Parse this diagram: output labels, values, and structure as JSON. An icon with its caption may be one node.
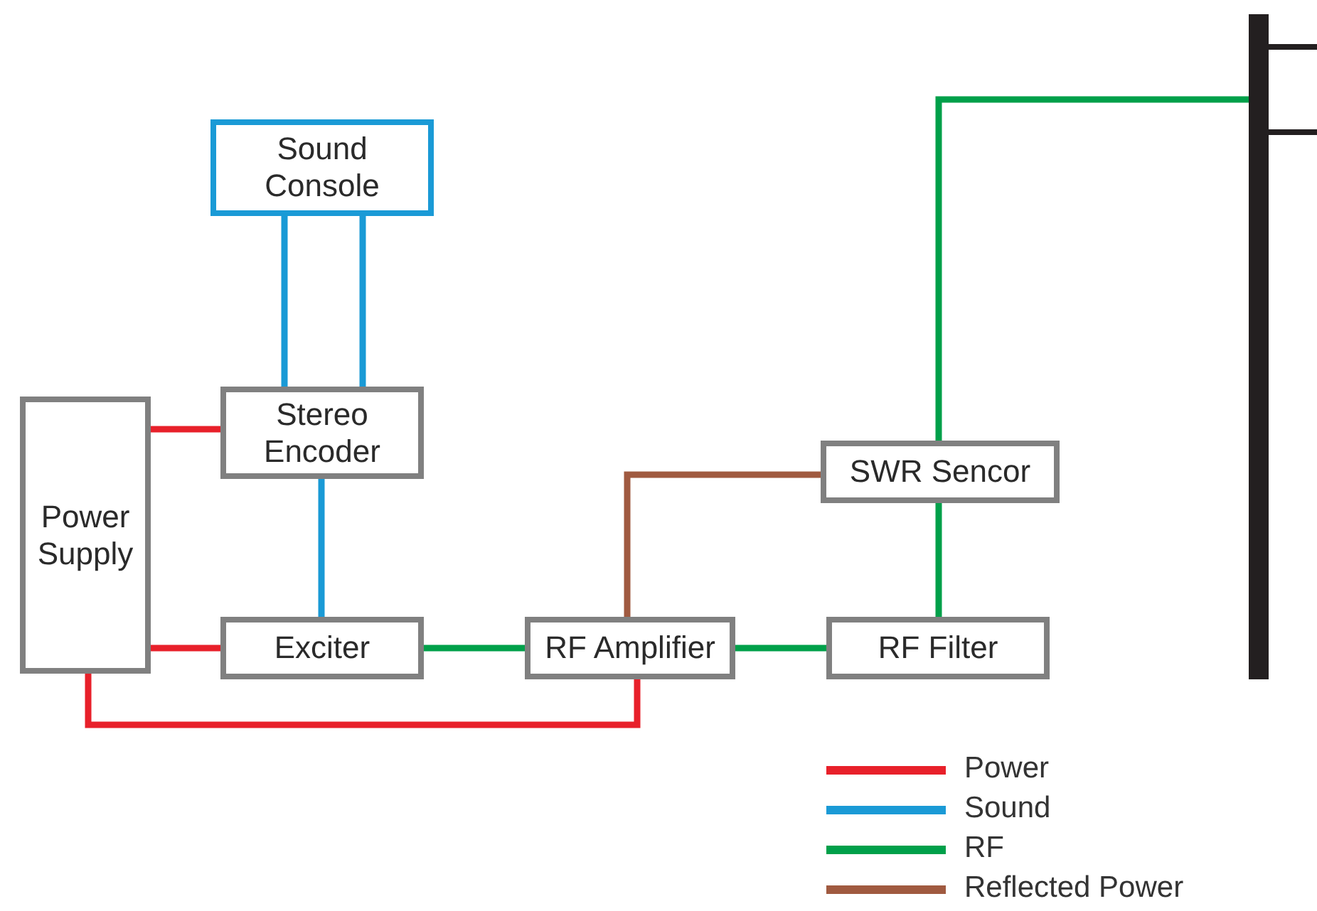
{
  "diagram": {
    "nodes": [
      {
        "text": [
          "Sound Console"
        ]
      },
      {
        "text": [
          "Stereo Encoder"
        ]
      },
      {
        "text": [
          "Power Supply"
        ]
      },
      {
        "text": [
          "SWR Sencor"
        ]
      },
      {
        "text": [
          "Exciter"
        ]
      },
      {
        "text": [
          "RF Amplifier"
        ]
      },
      {
        "text": [
          "RF Filter"
        ]
      },
      {
        "text": [],
        "shape": "bar"
      }
    ],
    "edges": [
      {
        "from": 0,
        "to": 1,
        "arrow": "none",
        "color": "#1a9ad6"
      },
      {
        "from": 0,
        "to": 1,
        "arrow": "none",
        "color": "#1a9ad6"
      },
      {
        "from": 2,
        "to": 1,
        "arrow": "none",
        "color": "#e8202a"
      },
      {
        "from": 1,
        "to": 4,
        "arrow": "none",
        "color": "#1a9ad6"
      },
      {
        "from": 2,
        "to": 4,
        "arrow": "none",
        "color": "#e8202a"
      },
      {
        "from": 2,
        "to": 5,
        "arrow": "none",
        "color": "#e8202a"
      },
      {
        "from": 4,
        "to": 5,
        "arrow": "none",
        "color": "#00a04a"
      },
      {
        "from": 5,
        "to": 6,
        "arrow": "none",
        "color": "#00a04a"
      },
      {
        "from": 5,
        "to": 3,
        "arrow": "none",
        "color": "#a05a40"
      },
      {
        "from": 6,
        "to": 3,
        "arrow": "none",
        "color": "#00a04a"
      },
      {
        "from": 3,
        "to": 7,
        "arrow": "none",
        "color": "#00a04a"
      }
    ],
    "legend": [
      {
        "text": "Power",
        "color": "#e8202a"
      },
      {
        "text": "Sound",
        "color": "#1a9ad6"
      },
      {
        "text": "RF",
        "color": "#00a04a"
      },
      {
        "text": "Reflected Power",
        "color": "#a05a40"
      }
    ]
  }
}
